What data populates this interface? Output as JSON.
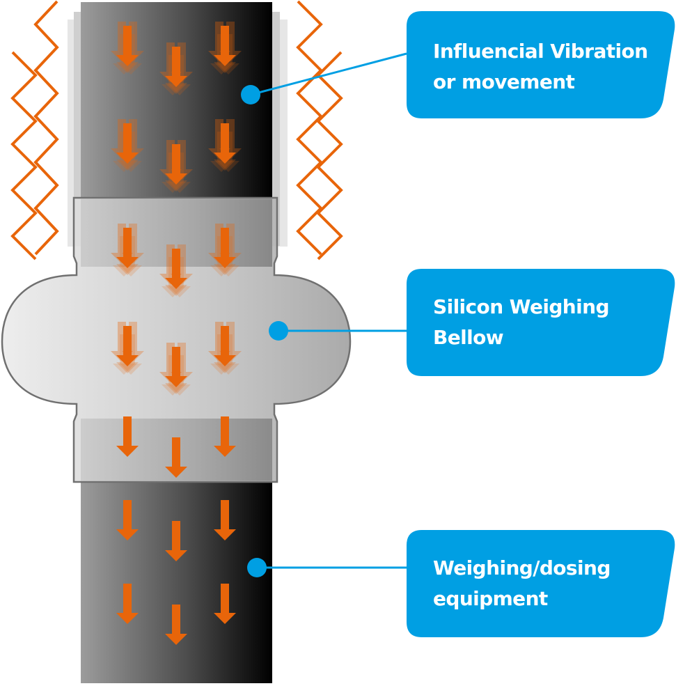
{
  "diagram": {
    "title": "Silicon weighing bellow isolating vibration from weighing/dosing equipment",
    "colors": {
      "accent_blue": "#009fe3",
      "arrow_orange": "#e8650a",
      "outline_gray": "#707070",
      "pipe_dark": "#000000",
      "pipe_light": "#9a9a9a",
      "background": "#ffffff"
    },
    "callouts": [
      {
        "id": "vibration",
        "lines": [
          "Influencial Vibration",
          "or movement"
        ],
        "icon": "connector-dot"
      },
      {
        "id": "bellow",
        "lines": [
          "Silicon Weighing",
          "Bellow"
        ],
        "icon": "connector-dot"
      },
      {
        "id": "equipment",
        "lines": [
          "Weighing/dosing",
          "equipment"
        ],
        "icon": "connector-dot"
      }
    ],
    "components": {
      "upper_pipe": "vibrating inlet pipe",
      "bellow": "silicon weighing bellow",
      "lower_pipe": "weighing/dosing equipment pipe",
      "flow_arrows": "material flow direction (downward)",
      "vibration_lines": "zig-zag vibration marks"
    }
  }
}
